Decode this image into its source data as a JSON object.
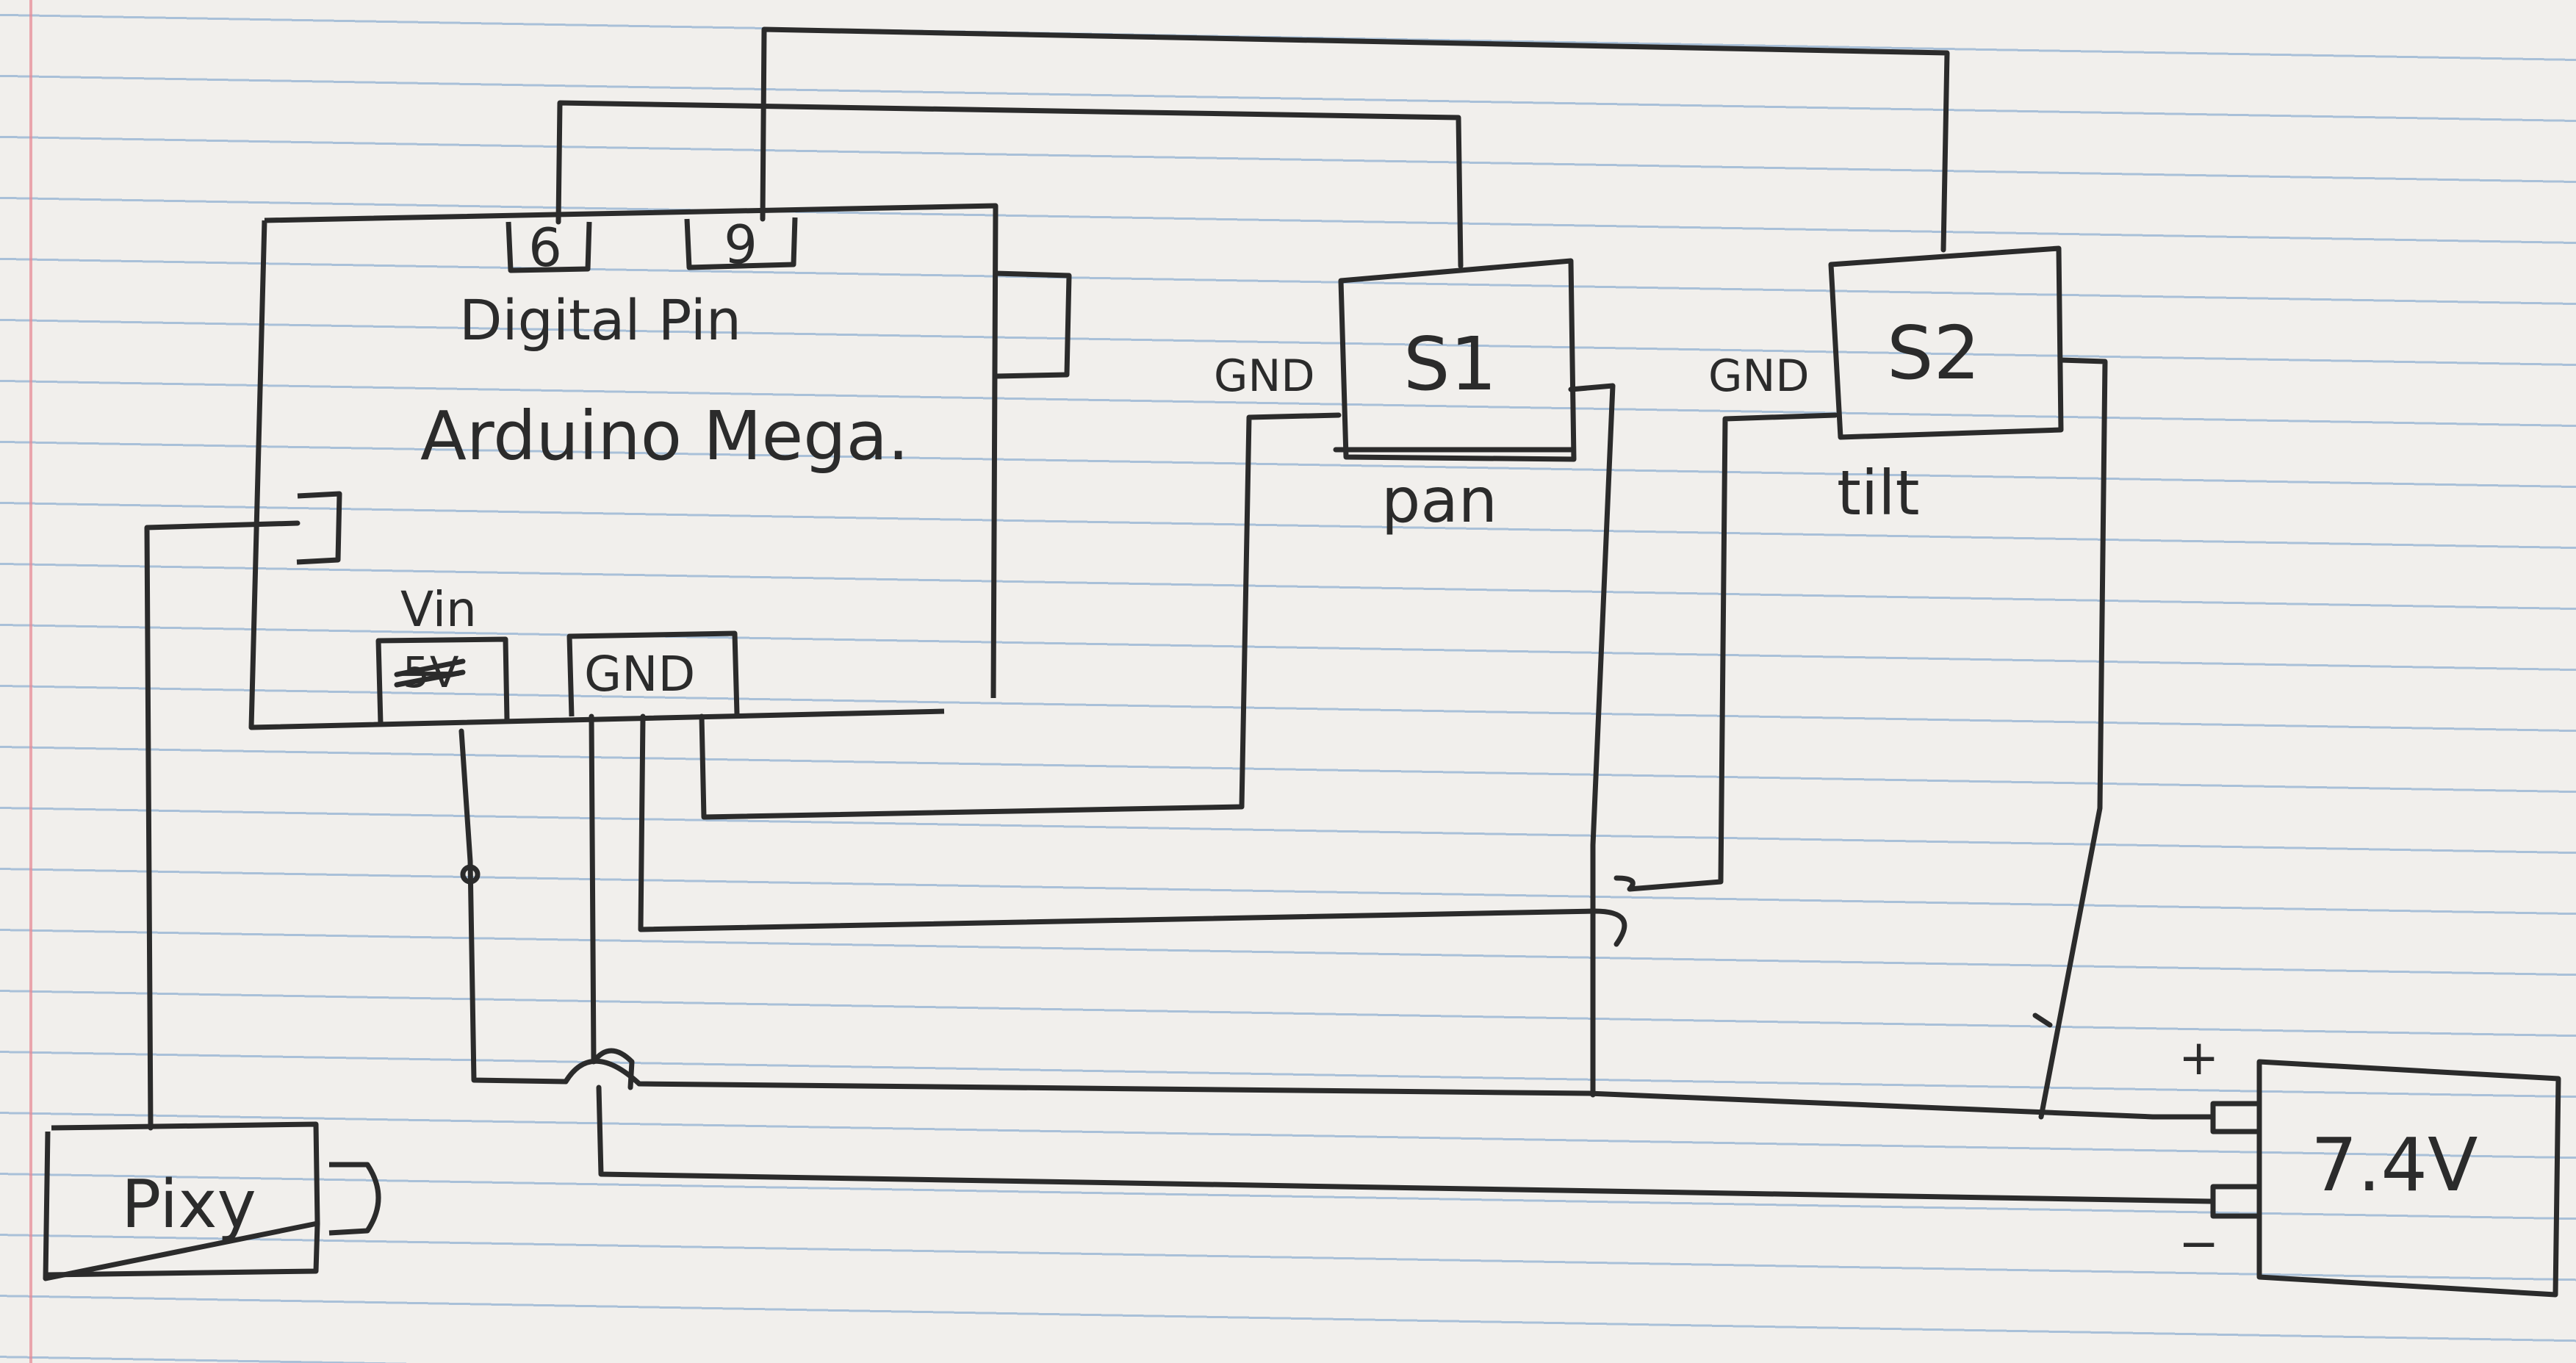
{
  "arduino": {
    "name": "Arduino Mega.",
    "digital_label": "Digital Pin",
    "pin_6": "6",
    "pin_9": "9",
    "vin_label": "Vin",
    "vin_struck": "5V",
    "gnd_label": "GND"
  },
  "servo_pan": {
    "name": "S1",
    "caption": "pan",
    "gnd_label": "GND"
  },
  "servo_tilt": {
    "name": "S2",
    "caption": "tilt",
    "gnd_label": "GND"
  },
  "pixy": {
    "name": "Pixy"
  },
  "battery": {
    "name": "7.4V",
    "plus": "+",
    "minus": "−"
  }
}
